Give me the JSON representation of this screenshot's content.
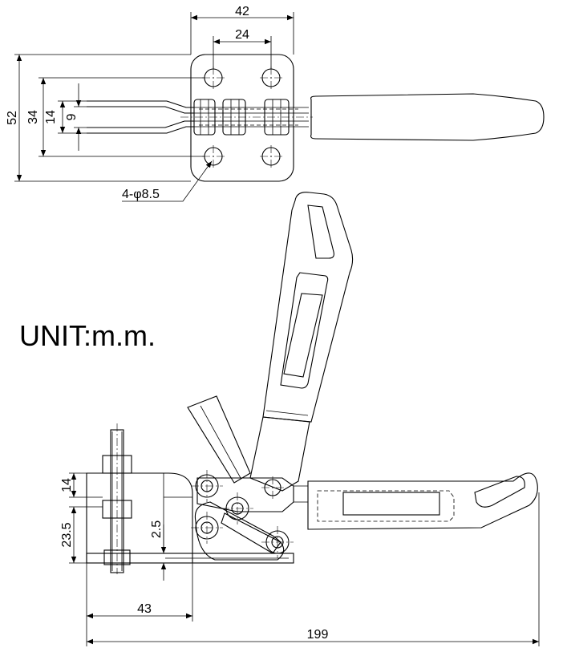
{
  "top_view": {
    "dim_width_outer": "42",
    "dim_width_holes": "24",
    "dim_height_outer": "52",
    "dim_height_holes": "34",
    "dim_arm_width": "14",
    "dim_slot_width": "9",
    "hole_callout": "4-φ8.5"
  },
  "unit_label": "UNIT:m.m.",
  "side_view": {
    "dim_spindle_height": "14",
    "dim_base_height": "23.5",
    "dim_offset": "2.5",
    "dim_base_length": "43",
    "dim_total_length": "199"
  }
}
